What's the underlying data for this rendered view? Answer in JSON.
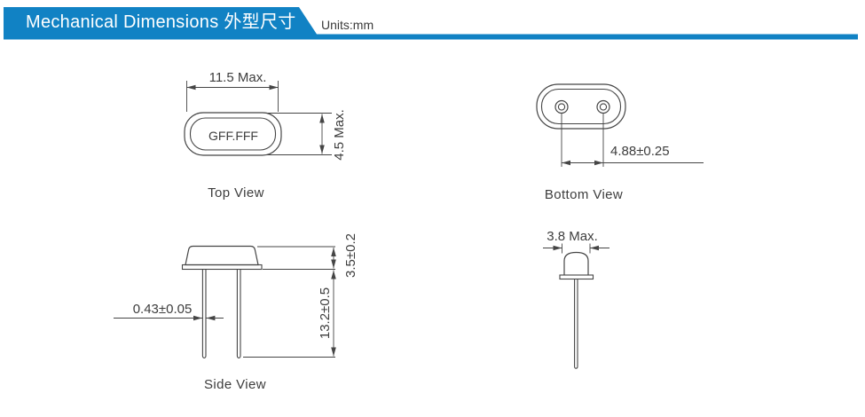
{
  "header": {
    "title": "Mechanical Dimensions 外型尺寸",
    "units": "Units:mm"
  },
  "top_view": {
    "label": "Top View",
    "marking": "GFF.FFF",
    "width_dim": "11.5 Max.",
    "height_dim": "4.5 Max."
  },
  "bottom_view": {
    "label": "Bottom View",
    "pin_spacing_dim": "4.88±0.25"
  },
  "side_view": {
    "label": "Side View",
    "lead_diameter_dim": "0.43±0.05",
    "body_height_dim": "3.5±0.2",
    "lead_length_dim": "13.2±0.5"
  },
  "end_view": {
    "body_width_dim": "3.8 Max."
  },
  "colors": {
    "accent_blue": "#1182c4",
    "line": "#454545",
    "text": "#3d3d3d"
  }
}
